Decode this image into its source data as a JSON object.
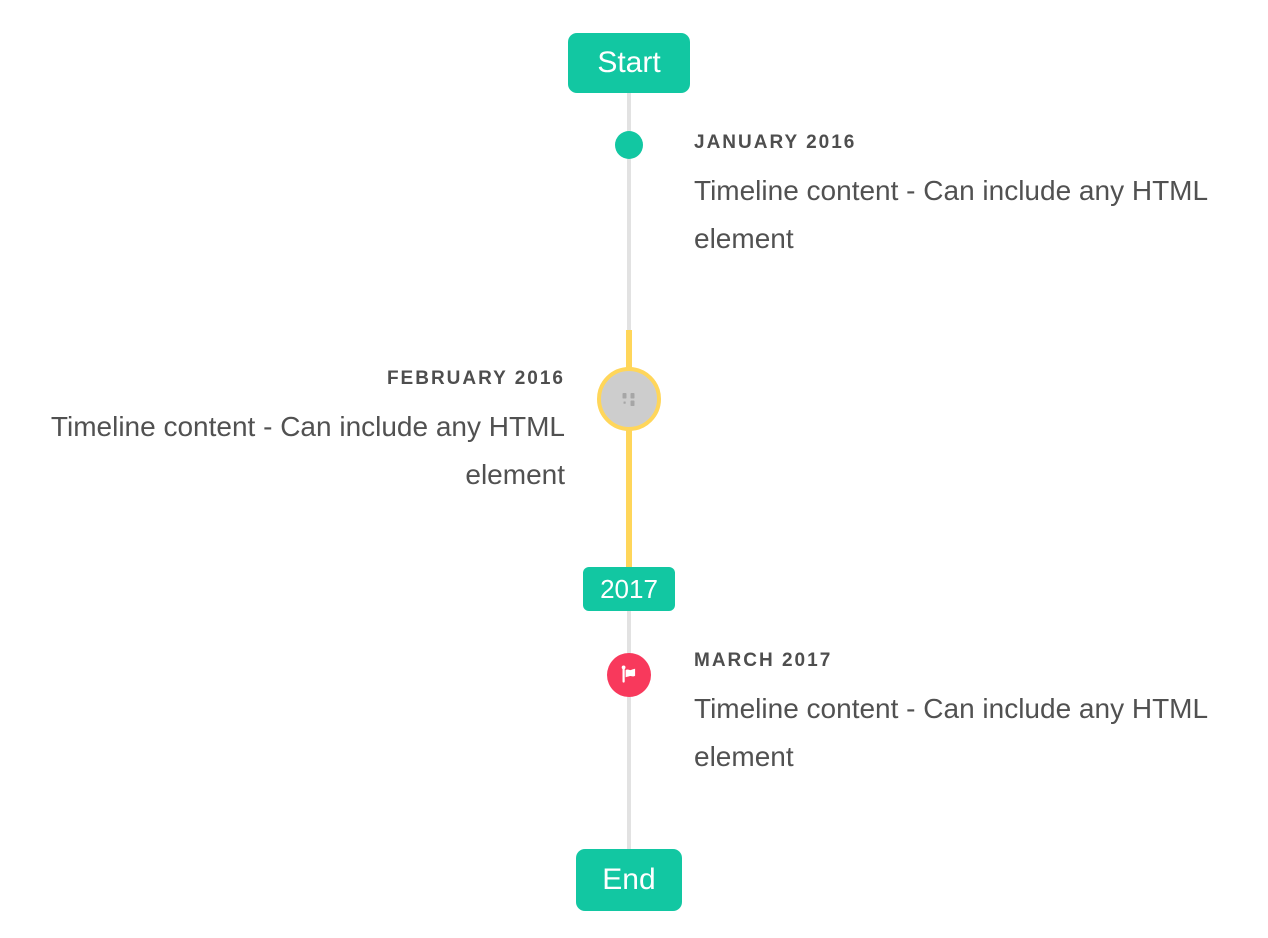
{
  "timeline": {
    "start_label": "Start",
    "end_label": "End",
    "year_badge": "2017",
    "colors": {
      "accent_teal": "#12c7a2",
      "accent_yellow": "#ffd65a",
      "accent_red": "#f8395c",
      "line_gray": "#e2e2e2",
      "marker_gray": "#cdcdcd",
      "title_text": "#4e4e4e",
      "body_text": "#515151"
    },
    "items": [
      {
        "title": "JANUARY 2016",
        "content": "Timeline content - Can include any HTML element",
        "side": "right",
        "marker": "teal-dot"
      },
      {
        "title": "FEBRUARY 2016",
        "content": "Timeline content - Can include any HTML element",
        "side": "left",
        "marker": "image-placeholder"
      },
      {
        "title": "MARCH 2017",
        "content": "Timeline content - Can include any HTML element",
        "side": "right",
        "marker": "flag"
      }
    ]
  }
}
